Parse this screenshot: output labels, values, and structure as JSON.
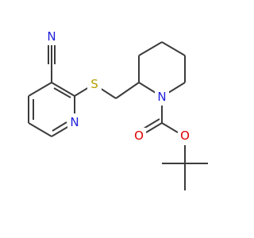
{
  "molecule": {
    "atoms": {
      "nitrile_n": {
        "symbol": "N",
        "color": "#1f1fdc"
      },
      "sulfur": {
        "symbol": "S",
        "color": "#b4a000"
      },
      "pyridine_n": {
        "symbol": "N",
        "color": "#1f1fdc"
      },
      "piperidine_n": {
        "symbol": "N",
        "color": "#1f1fdc"
      },
      "carbonyl_o": {
        "symbol": "O",
        "color": "#e00000"
      },
      "ester_o": {
        "symbol": "O",
        "color": "#e00000"
      }
    },
    "bond_color": "#3c3c3c"
  }
}
